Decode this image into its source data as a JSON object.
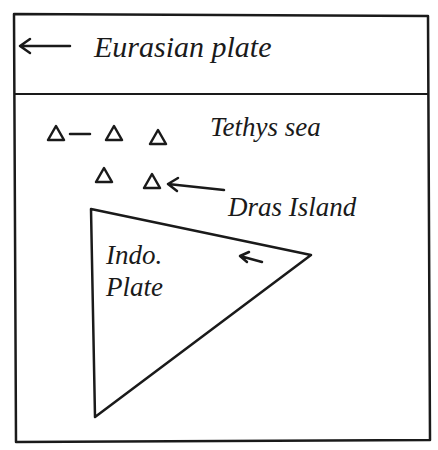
{
  "diagram": {
    "nodes": [
      {
        "text": [
          "Eurasian plate"
        ]
      },
      {
        "text": [
          "Indo. Plate"
        ]
      }
    ],
    "labels": [
      "Tethys sea",
      "Dras Island"
    ]
  }
}
